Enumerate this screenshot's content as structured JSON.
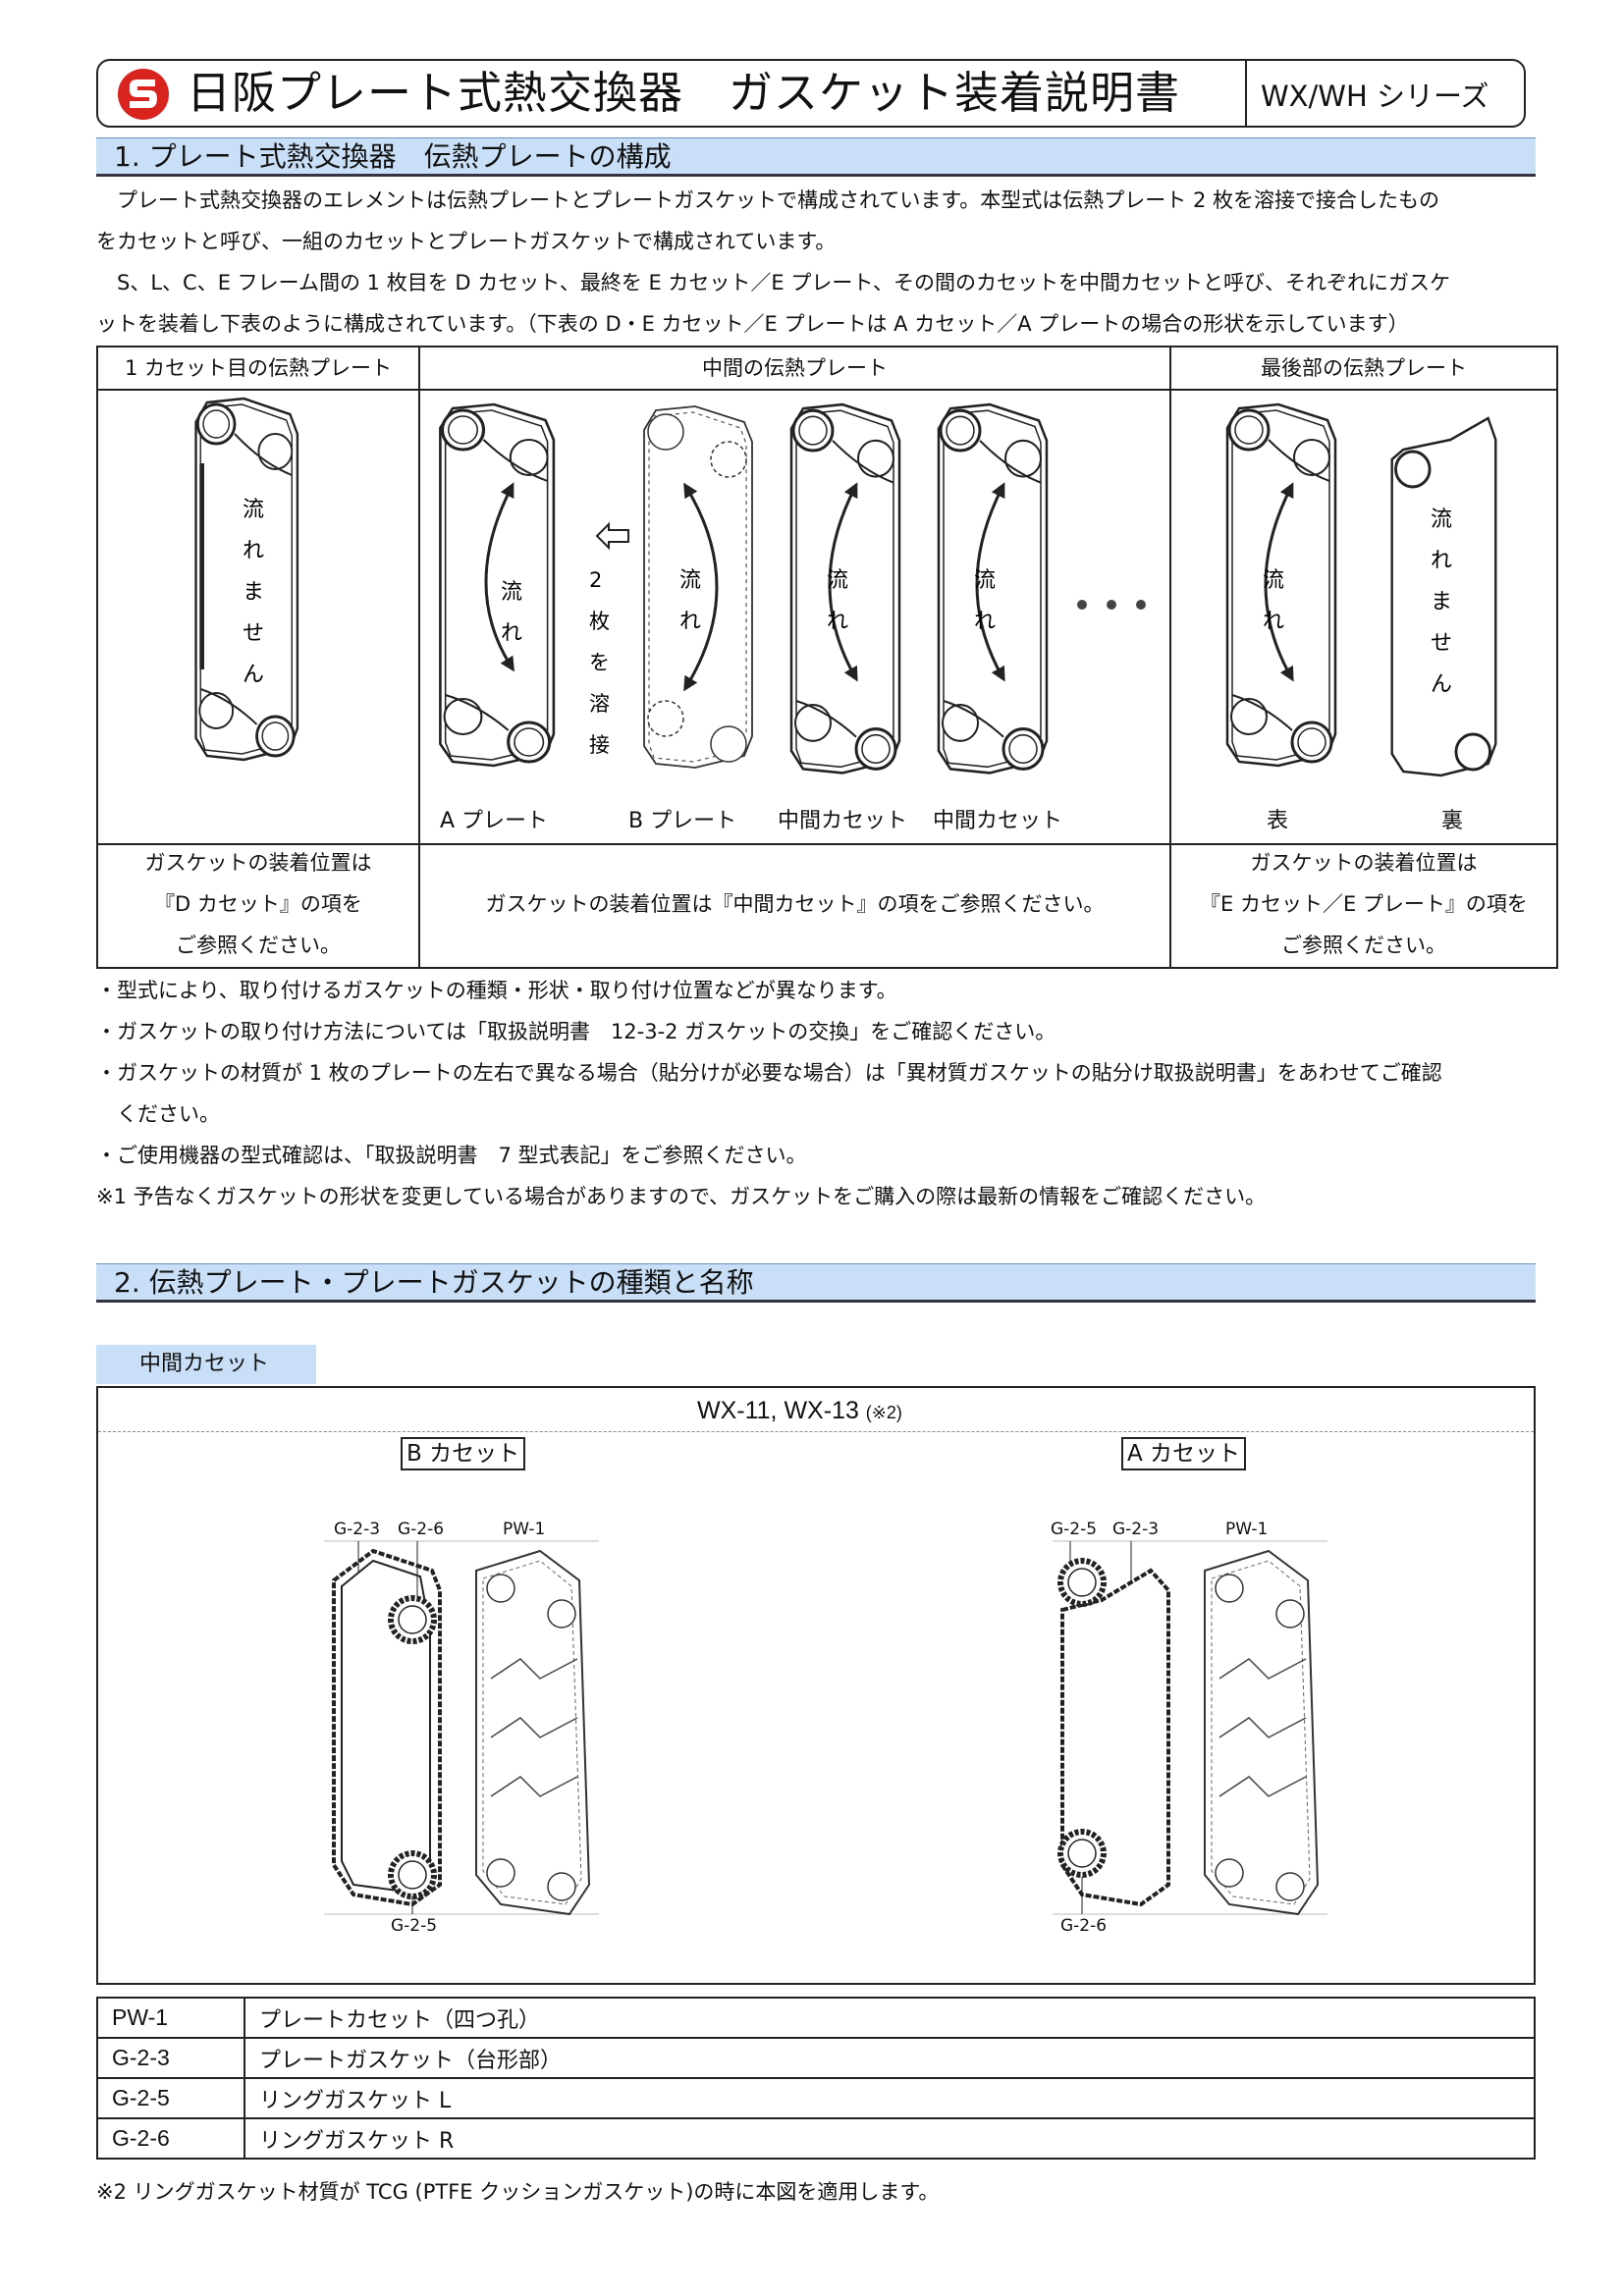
{
  "header": {
    "title": "日阪プレート式熱交換器　ガスケット装着説明書",
    "series": "WX/WH シリーズ"
  },
  "section1": {
    "heading": "1. プレート式熱交換器　伝熱プレートの構成",
    "paragraphs": [
      "　プレート式熱交換器のエレメントは伝熱プレートとプレートガスケットで構成されています。本型式は伝熱プレート 2 枚を溶接で接合したもの",
      "をカセットと呼び、一組のカセットとプレートガスケットで構成されています。",
      "　S、L、C、E フレーム間の 1 枚目を D カセット、最終を E カセット／E プレート、その間のカセットを中間カセットと呼び、それぞれにガスケ",
      "ットを装着し下表のように構成されています。（下表の D・E カセット／E プレートは A カセット／A プレートの場合の形状を示しています）"
    ],
    "table": {
      "headers": [
        "1 カセット目の伝熱プレート",
        "中間の伝熱プレート",
        "最後部の伝熱プレート"
      ],
      "flow_label": "流れ",
      "no_flow_label": "流れません",
      "weld_label": "2枚を溶接",
      "dots": "・・・",
      "plate_labels": [
        "A プレート",
        "B プレート",
        "中間カセット",
        "中間カセット"
      ],
      "last_labels": [
        "表",
        "裏"
      ],
      "footer_left": [
        "ガスケットの装着位置は",
        "『D カセット』の項を",
        "ご参照ください。"
      ],
      "footer_mid": "ガスケットの装着位置は『中間カセット』の項をご参照ください。",
      "footer_right": [
        "ガスケットの装着位置は",
        "『E カセット／E プレート』の項を",
        "ご参照ください。"
      ]
    },
    "notes": [
      "・型式により、取り付けるガスケットの種類・形状・取り付け位置などが異なります。",
      "・ガスケットの取り付け方法については「取扱説明書　12-3-2 ガスケットの交換」をご確認ください。",
      "・ガスケットの材質が 1 枚のプレートの左右で異なる場合（貼分けが必要な場合）は「異材質ガスケットの貼分け取扱説明書」をあわせてご確認",
      "　ください。",
      "・ご使用機器の型式確認は、「取扱説明書　7 型式表記」をご参照ください。",
      "※1 予告なくガスケットの形状を変更している場合がありますので、ガスケットをご購入の際は最新の情報をご確認ください。"
    ]
  },
  "section2": {
    "heading": "2. 伝熱プレート・プレートガスケットの種類と名称",
    "tag": "中間カセット",
    "model_title": "WX-11, WX-13",
    "model_note": "(※2)",
    "b_cassette": {
      "label": "B カセット",
      "callouts": [
        "G-2-3",
        "G-2-6",
        "PW-1",
        "G-2-5"
      ]
    },
    "a_cassette": {
      "label": "A カセット",
      "callouts": [
        "G-2-5",
        "G-2-3",
        "PW-1",
        "G-2-6"
      ]
    },
    "parts": [
      {
        "code": "PW-1",
        "name": "プレートカセット（四つ孔）"
      },
      {
        "code": "G-2-3",
        "name": "プレートガスケット（台形部）"
      },
      {
        "code": "G-2-5",
        "name": "リングガスケット L"
      },
      {
        "code": "G-2-6",
        "name": "リングガスケット R"
      }
    ],
    "footnote": "※2 リングガスケット材質が TCG (PTFE クッションガスケット)の時に本図を適用します。"
  }
}
